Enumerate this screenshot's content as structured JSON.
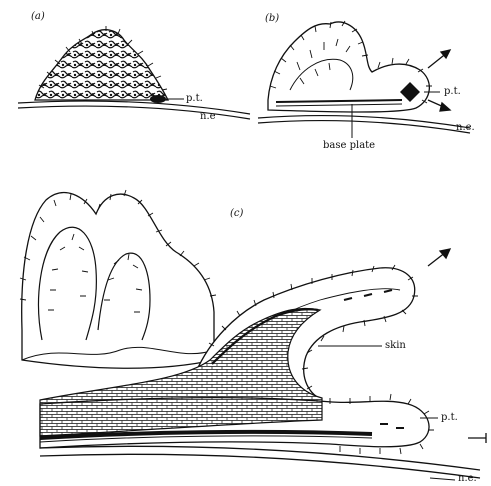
{
  "figure": {
    "panels": [
      {
        "id": "a",
        "label": "(a)"
      },
      {
        "id": "b",
        "label": "(b)"
      },
      {
        "id": "c",
        "label": "(c)"
      }
    ],
    "labels": {
      "a_pt": "p.t.",
      "a_ne": "n.e",
      "b_pt": "p.t.",
      "b_ne": "n.e.",
      "b_base": "base plate",
      "c_skin": "skin",
      "c_pt": "p.t.",
      "c_ne": "n.e."
    },
    "colors": {
      "ink": "#111111",
      "paper": "#ffffff"
    }
  }
}
